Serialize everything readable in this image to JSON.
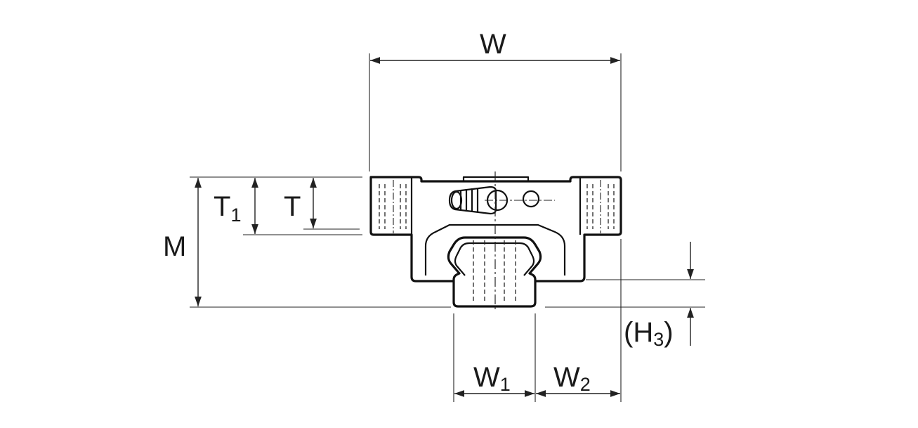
{
  "labels": {
    "W": "W",
    "T1_main": "T",
    "T1_sub": "1",
    "T": "T",
    "M": "M",
    "H3_open": "(H",
    "H3_sub": "3",
    "H3_close": ")",
    "W1_main": "W",
    "W1_sub": "1",
    "W2_main": "W",
    "W2_sub": "2"
  }
}
